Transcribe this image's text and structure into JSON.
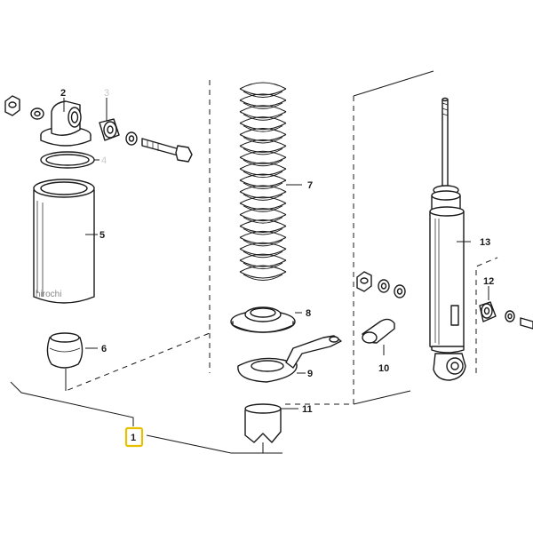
{
  "watermark": "hirochi",
  "callouts": {
    "c1": "1",
    "c2": "2",
    "c3": "3",
    "c4": "4",
    "c5": "5",
    "c6": "6",
    "c7": "7",
    "c8": "8",
    "c9": "9",
    "c10": "10",
    "c11": "11",
    "c12": "12",
    "c13": "13"
  },
  "highlight_color": "#e8c000",
  "faint_label_color": "#c8c8c8"
}
